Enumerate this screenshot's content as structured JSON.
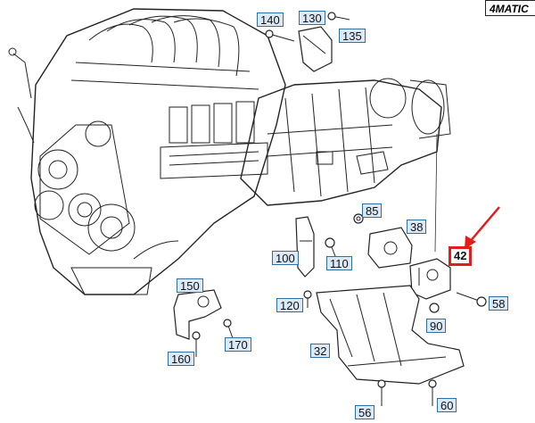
{
  "badge": {
    "text": "4MATIC"
  },
  "arrow": {
    "color": "#e11d1d"
  },
  "callouts": {
    "c140": "140",
    "c130": "130",
    "c135": "135",
    "c85": "85",
    "c38": "38",
    "c42": "42",
    "c100": "100",
    "c110": "110",
    "c150": "150",
    "c120": "120",
    "c58": "58",
    "c90": "90",
    "c170": "170",
    "c32": "32",
    "c160": "160",
    "c56": "56",
    "c60": "60"
  }
}
